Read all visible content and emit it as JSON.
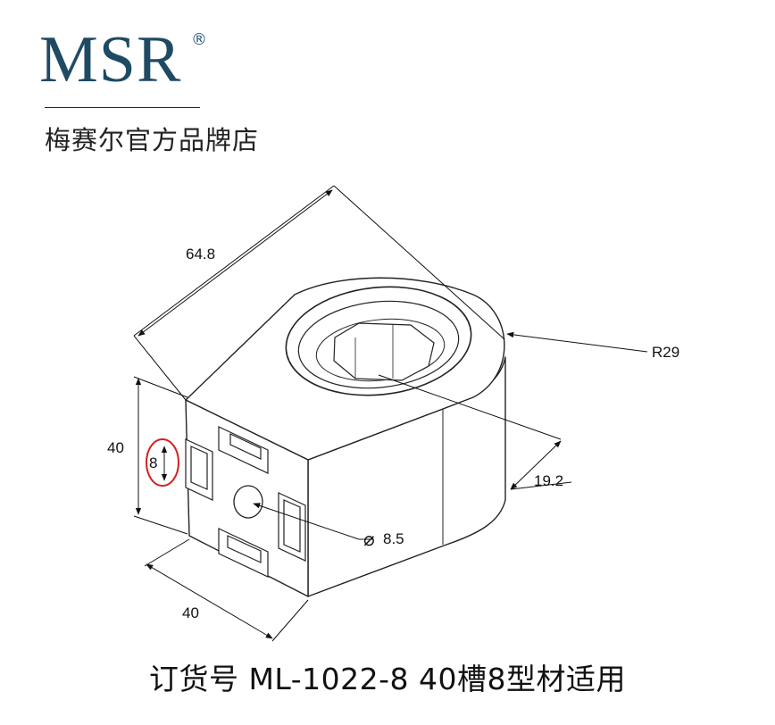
{
  "brand": {
    "logo_text": "MSR",
    "registered_mark": "®",
    "store_name": "梅赛尔官方品牌店",
    "logo_color": "#1f4a63"
  },
  "dimensions": {
    "length": "64.8",
    "radius": "R29",
    "offset": "19.2",
    "height": "40",
    "width": "40",
    "slot": "8",
    "hole": "8.5",
    "hole_symbol": "⌀"
  },
  "highlight_color": "#d42020",
  "caption": {
    "order_line": "订货号 ML-1022-8  40槽8型材适用"
  }
}
